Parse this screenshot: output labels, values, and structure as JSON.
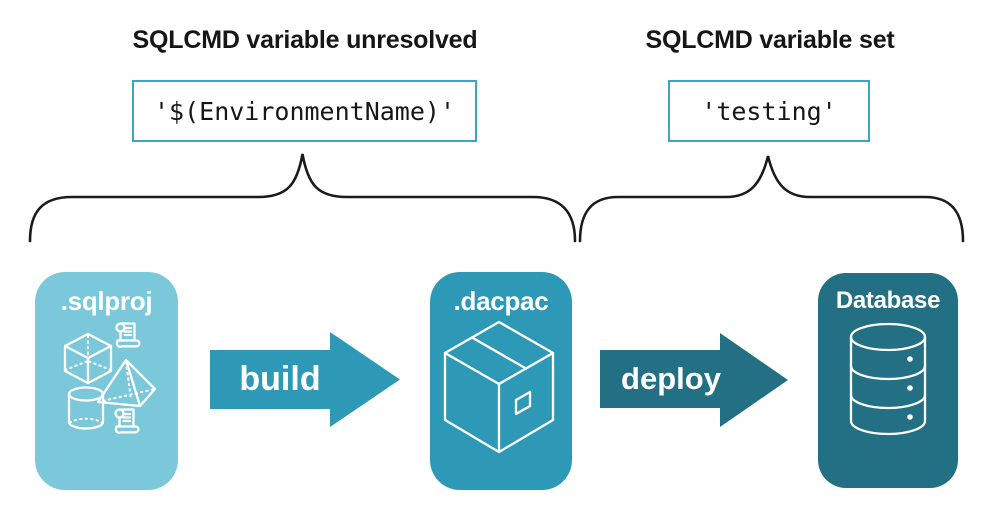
{
  "annotations": {
    "left": {
      "heading": "SQLCMD variable unresolved",
      "code": "'$(EnvironmentName)'"
    },
    "right": {
      "heading": "SQLCMD variable set",
      "code": "'testing'"
    }
  },
  "pipeline": {
    "nodes": [
      {
        "id": "sqlproj",
        "label": ".sqlproj"
      },
      {
        "id": "dacpac",
        "label": ".dacpac"
      },
      {
        "id": "database",
        "label": "Database"
      }
    ],
    "arrows": [
      {
        "label": "build"
      },
      {
        "label": "deploy"
      }
    ]
  },
  "colors": {
    "light_blue": "#7BC8DB",
    "teal": "#2E99B7",
    "dark_teal": "#236F84",
    "code_box_border": "#3EA4C3",
    "ink": "#1B1B1B"
  }
}
